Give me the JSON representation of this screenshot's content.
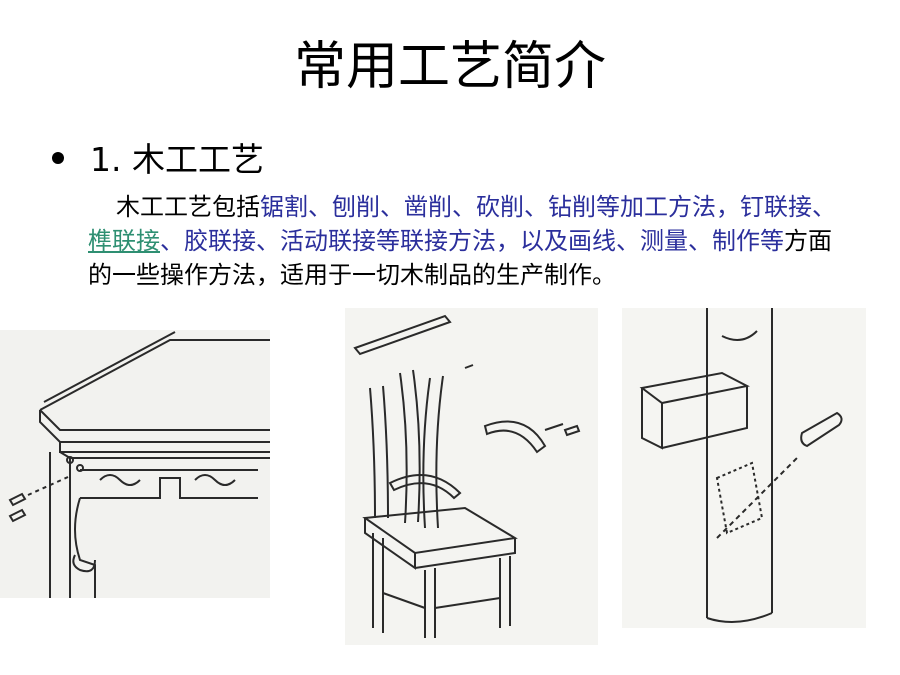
{
  "slide": {
    "title": "常用工艺简介",
    "bullet": {
      "number": "1.",
      "heading": "木工工艺"
    },
    "paragraph": {
      "intro": "木工工艺包括",
      "processing_methods": "锯割、刨削、凿削、砍削、钻削等",
      "processing_suffix": "加工方法，",
      "joint_1": "钉联接、",
      "joint_link": "榫联接",
      "joint_2": "、胶联接、活动联接等",
      "joint_suffix": "联接方法，以及",
      "other_methods": "画线、测量、制作等",
      "ending": "方面的一些操作方法，适用于一切木制品的生产制作。"
    },
    "colors": {
      "highlight": "#2b2f9c",
      "link": "#2e8f72"
    },
    "images": [
      "table-corner-joint-drawing",
      "chair-assembly-drawing",
      "post-beam-dowel-joint-drawing"
    ]
  }
}
